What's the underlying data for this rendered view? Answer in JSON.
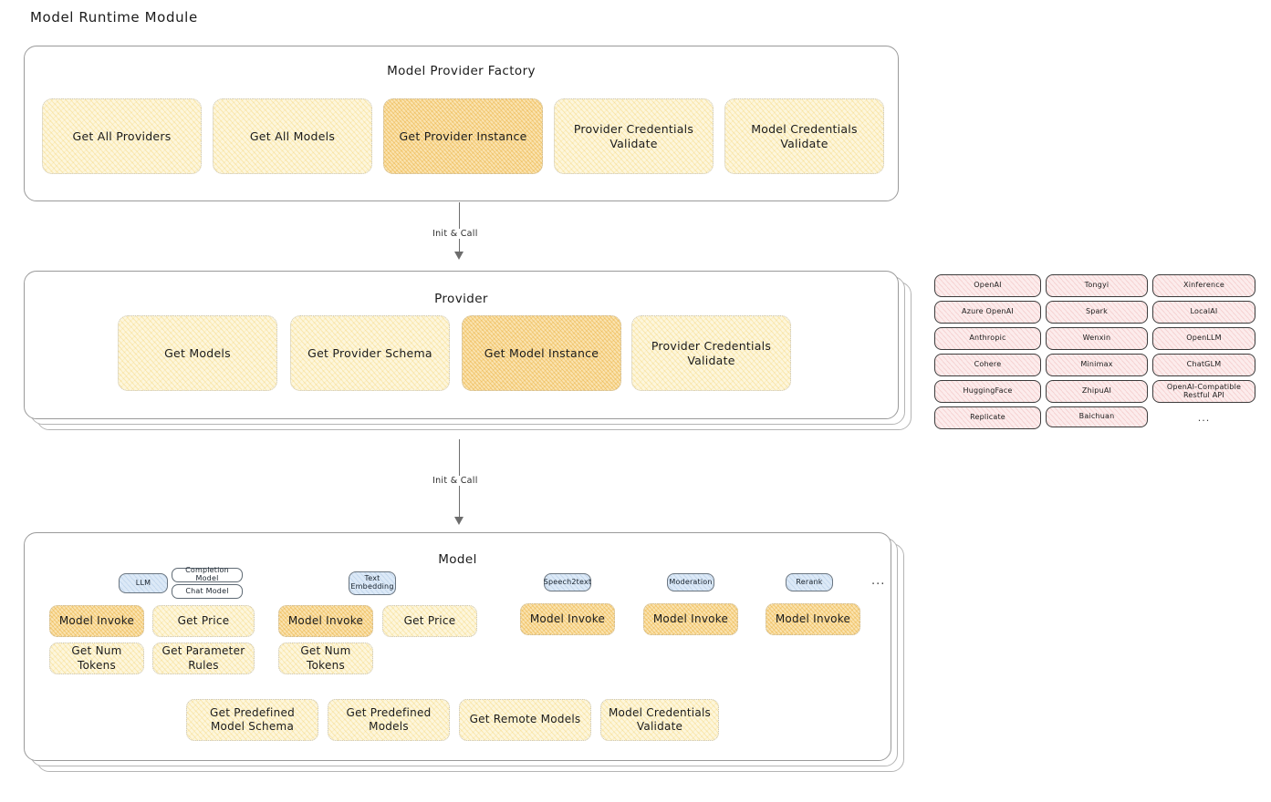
{
  "page": {
    "title": "Model Runtime Module"
  },
  "factory": {
    "title": "Model Provider Factory",
    "boxes": [
      {
        "label": "Get All Providers",
        "highlight": false
      },
      {
        "label": "Get All Models",
        "highlight": false
      },
      {
        "label": "Get Provider Instance",
        "highlight": true
      },
      {
        "label": "Provider Credentials Validate",
        "highlight": false
      },
      {
        "label": "Model Credentials Validate",
        "highlight": false
      }
    ]
  },
  "arrows": [
    {
      "label": "Init & Call"
    },
    {
      "label": "Init & Call"
    }
  ],
  "provider": {
    "title": "Provider",
    "boxes": [
      {
        "label": "Get Models",
        "highlight": false
      },
      {
        "label": "Get Provider Schema",
        "highlight": false
      },
      {
        "label": "Get Model Instance",
        "highlight": true
      },
      {
        "label": "Provider Credentials Validate",
        "highlight": false
      }
    ]
  },
  "provider_list": {
    "columns": [
      {
        "items": [
          "OpenAI",
          "Azure OpenAI",
          "Anthropic",
          "Cohere",
          "HuggingFace",
          "Replicate"
        ]
      },
      {
        "items": [
          "Tongyi",
          "Spark",
          "Wenxin",
          "Minimax",
          "ZhipuAI",
          "Baichuan"
        ]
      },
      {
        "items": [
          "Xinference",
          "LocalAI",
          "OpenLLM",
          "ChatGLM",
          "OpenAI-Compatible Restful API"
        ]
      }
    ],
    "ellipsis": "..."
  },
  "model": {
    "title": "Model",
    "ellipsis": "...",
    "types": [
      {
        "name": "LLM",
        "sub_badges": [
          "Completion Model",
          "Chat Model"
        ],
        "methods": [
          {
            "label": "Model Invoke",
            "highlight": true
          },
          {
            "label": "Get Price",
            "highlight": false
          },
          {
            "label": "Get Num Tokens",
            "highlight": false
          },
          {
            "label": "Get Parameter Rules",
            "highlight": false
          }
        ]
      },
      {
        "name": "Text Embedding",
        "sub_badges": [],
        "methods": [
          {
            "label": "Model Invoke",
            "highlight": true
          },
          {
            "label": "Get Price",
            "highlight": false
          },
          {
            "label": "Get Num Tokens",
            "highlight": false
          }
        ]
      },
      {
        "name": "Speech2text",
        "sub_badges": [],
        "methods": [
          {
            "label": "Model Invoke",
            "highlight": true
          }
        ]
      },
      {
        "name": "Moderation",
        "sub_badges": [],
        "methods": [
          {
            "label": "Model Invoke",
            "highlight": true
          }
        ]
      },
      {
        "name": "Rerank",
        "sub_badges": [],
        "methods": [
          {
            "label": "Model Invoke",
            "highlight": true
          }
        ]
      }
    ],
    "common_methods": [
      {
        "label": "Get Predefined Model Schema"
      },
      {
        "label": "Get Predefined Models"
      },
      {
        "label": "Get Remote Models"
      },
      {
        "label": "Model Credentials Validate"
      }
    ]
  },
  "colors": {
    "box_fill": "#fdf6dc",
    "box_fill_highlight": "#fae3b0",
    "chip_fill": "#fcecec",
    "badge_fill": "#dce9f7",
    "panel_border": "#9a9a9a",
    "text": "#1b1b1b"
  }
}
